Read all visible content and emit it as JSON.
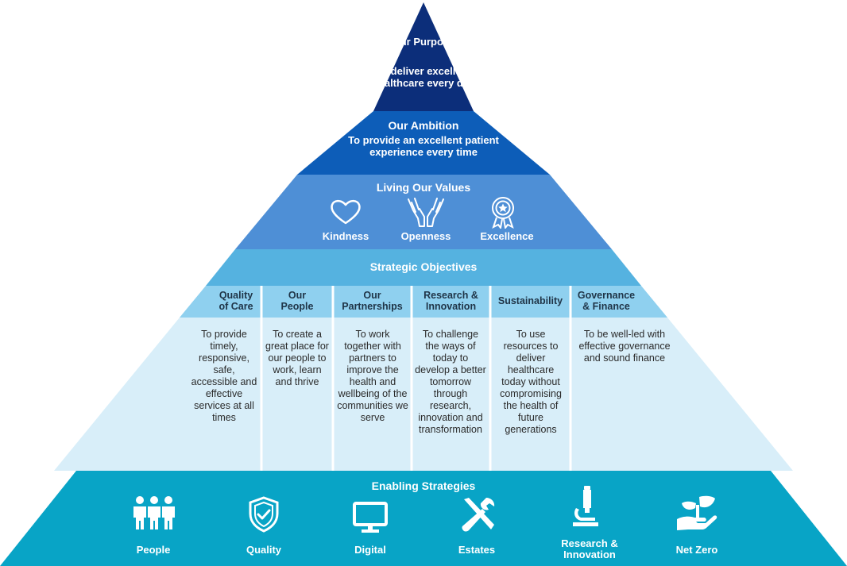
{
  "purpose": {
    "title": "Our Purpose",
    "text": "To deliver excellent healthcare every day"
  },
  "ambition": {
    "title": "Our Ambition",
    "text": "To provide an excellent patient experience every time"
  },
  "values": {
    "title": "Living Our Values",
    "items": [
      {
        "label": "Kindness",
        "icon": "heart-icon"
      },
      {
        "label": "Openness",
        "icon": "open-hands-icon"
      },
      {
        "label": "Excellence",
        "icon": "award-rosette-icon"
      }
    ]
  },
  "objectives": {
    "title": "Strategic Objectives",
    "items": [
      {
        "heading": "Quality of Care",
        "text": "To provide timely, responsive, safe, accessible and effective services at all times"
      },
      {
        "heading": "Our People",
        "text": "To create a great place for our people to work, learn and thrive"
      },
      {
        "heading": "Our Partnerships",
        "text": "To work together with partners to improve the health and wellbeing of the communities we serve"
      },
      {
        "heading": "Research & Innovation",
        "text": "To challenge the ways of today to develop a better tomorrow through research, innovation and transformation"
      },
      {
        "heading": "Sustainability",
        "text": "To use resources to deliver healthcare today without compromising the health of future generations"
      },
      {
        "heading": "Governance & Finance",
        "text": "To be well-led with effective governance and sound finance"
      }
    ]
  },
  "enabling": {
    "title": "Enabling Strategies",
    "items": [
      {
        "label": "People",
        "icon": "people-icon"
      },
      {
        "label": "Quality",
        "icon": "shield-check-icon"
      },
      {
        "label": "Digital",
        "icon": "monitor-icon"
      },
      {
        "label": "Estates",
        "icon": "tools-icon"
      },
      {
        "label": "Research & Innovation",
        "icon": "microscope-icon"
      },
      {
        "label": "Net Zero",
        "icon": "plant-in-hand-icon"
      }
    ]
  },
  "colors": {
    "purpose": "#0c2e7a",
    "ambition": "#0d5db8",
    "values": "#4e8fd6",
    "objectives_title": "#55b2e0",
    "objectives_header": "#8fd0ef",
    "objectives_body": "#d8eef9",
    "enabling": "#08a4c6"
  }
}
